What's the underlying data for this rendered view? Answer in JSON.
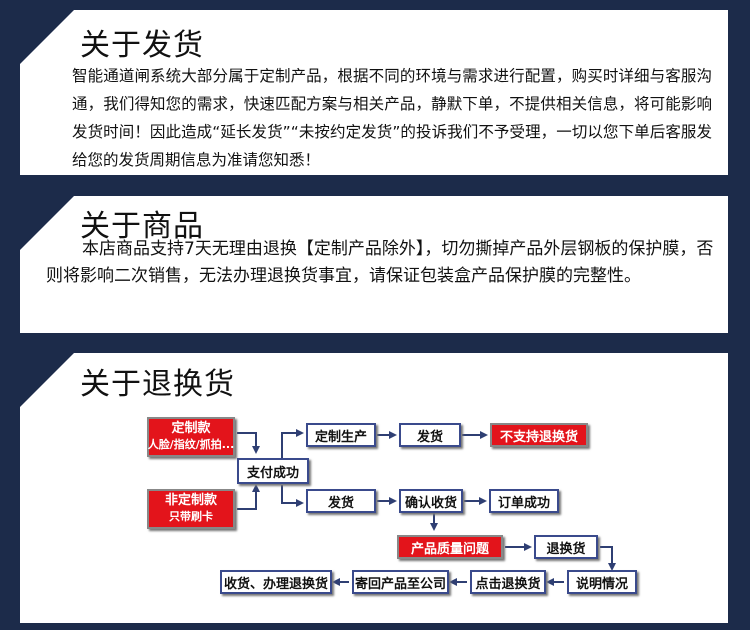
{
  "shipping": {
    "title": "关于发货",
    "body": "智能通道闸系统大部分属于定制产品，根据不同的环境与需求进行配置，购买时详细与客服沟通，我们得知您的需求，快速匹配方案与相关产品，静默下单，不提供相关信息，将可能影响发货时间！因此造成“延长发货”“未按约定发货”的投诉我们不予受理，一切以您下单后客服发给您的发货周期信息为准请您知悉！"
  },
  "product": {
    "title": "关于商品",
    "body": "本店商品支持7天无理由退换【定制产品除外】，切勿撕掉产品外层钢板的保护膜，否则将影响二次销售，无法办理退换货事宜，请保证包装盒产品保护膜的完整性。"
  },
  "returns": {
    "title": "关于退换货",
    "flow": {
      "custom_title": "定制款",
      "custom_sub": "人脸/指纹/抓拍...",
      "noncustom_title": "非定制款",
      "noncustom_sub": "只带刷卡",
      "pay_success": "支付成功",
      "custom_production": "定制生产",
      "ship_1": "发货",
      "no_return": "不支持退换货",
      "ship_2": "发货",
      "confirm_receipt": "确认收货",
      "order_success": "订单成功",
      "quality_issue": "产品质量问题",
      "return_exchange": "退换货",
      "explain_situation": "说明情况",
      "click_return": "点击退换货",
      "send_back": "寄回产品至公司",
      "receive_process": "收货、办理退换货"
    }
  },
  "colors": {
    "background": "#1c2b4a",
    "panel": "#ffffff",
    "accent_red": "#e3141b",
    "box_border": "#3a4a8c"
  }
}
